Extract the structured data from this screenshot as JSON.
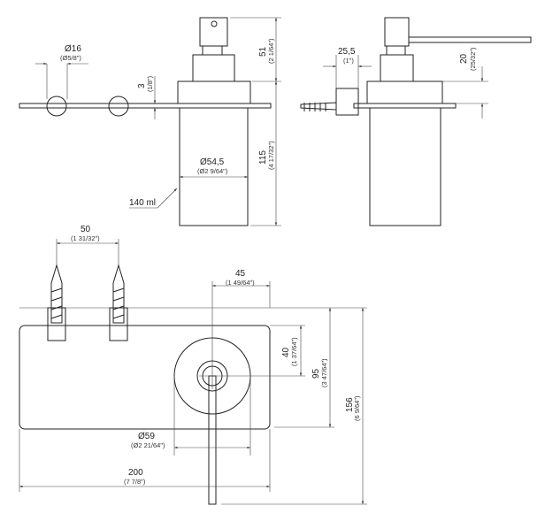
{
  "drawing": {
    "top_left_view": {
      "hole_diameter": "Ø16",
      "hole_diameter_in": "(Ø5/8\")",
      "plate_thickness": "3",
      "plate_thickness_in": "(1/8\")",
      "container_diameter": "Ø54,5",
      "container_diameter_in": "(Ø2 9/64\")",
      "capacity": "140 ml",
      "pump_height": "51",
      "pump_height_in": "(2 1/64\")",
      "container_height": "115",
      "container_height_in": "(4 17/32\")"
    },
    "side_view": {
      "wall_offset": "25,5",
      "wall_offset_in": "(1\")",
      "plate_height": "20",
      "plate_height_in": "(25/32\")"
    },
    "bottom_view": {
      "anchor_spacing": "50",
      "anchor_spacing_in": "(1 31/32\")",
      "center_offset": "45",
      "center_offset_in": "(1 49/64\")",
      "center_depth": "40",
      "center_depth_in": "(1 37/64\")",
      "plate_depth": "95",
      "plate_depth_in": "(3 47/64\")",
      "total_depth": "156",
      "total_depth_in": "(6 9/64\")",
      "base_diameter": "Ø59",
      "base_diameter_in": "(Ø2 21/64\")",
      "width": "200",
      "width_in": "(7 7/8\")"
    }
  }
}
